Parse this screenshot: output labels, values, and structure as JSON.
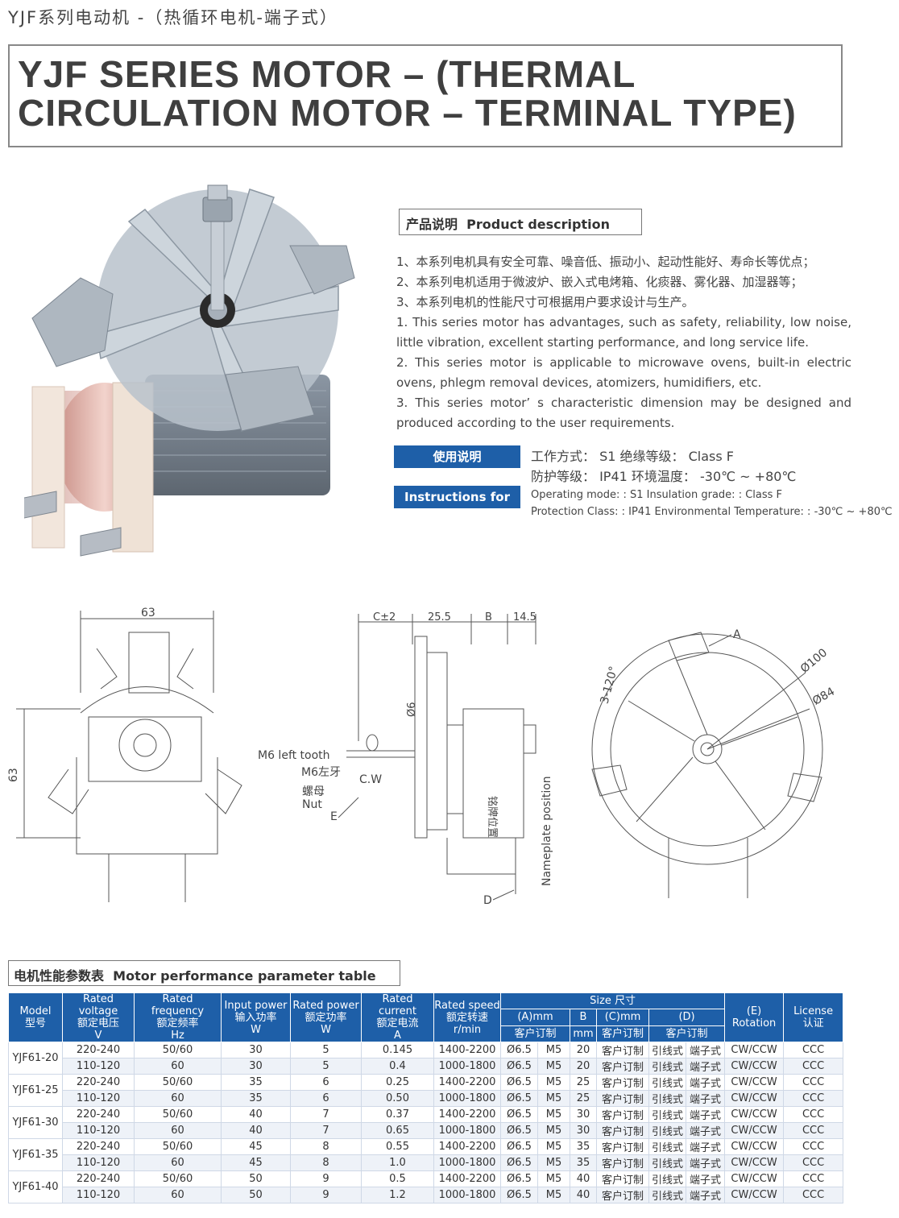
{
  "header": {
    "top_cn": "YJF系列电动机 -（热循环电机-端子式）",
    "title_line1": "YJF SERIES MOTOR – (THERMAL",
    "title_line2": "CIRCULATION MOTOR – TERMINAL TYPE)"
  },
  "product_description": {
    "heading_cn": "产品说明",
    "heading_en": "Product description",
    "cn_lines": [
      "1、本系列电机具有安全可靠、噪音低、振动小、起动性能好、寿命长等优点；",
      "2、本系列电机适用于微波炉、嵌入式电烤箱、化痰器、雾化器、加湿器等；",
      "3、本系列电机的性能尺寸可根据用户要求设计与生产。"
    ],
    "en_lines": [
      "1. This series motor has advantages, such as safety, reliability, low noise, little vibration, excellent starting performance, and long service life.",
      "2. This series motor is applicable to microwave ovens, built-in electric ovens, phlegm removal devices, atomizers, humidifiers, etc.",
      "3. This series motor’ s characteristic dimension may be designed and produced according to the user requirements."
    ]
  },
  "instructions": {
    "label_cn": "使用说明",
    "label_en": "Instructions for Use",
    "cn_row1": "工作方式： S1    绝缘等级： Class F",
    "cn_row2": "防护等级： IP41  环境温度： -30℃ ~ +80℃",
    "en_row1": "Operating mode: :  S1    Insulation grade: :  Class F",
    "en_row2": "Protection Class: :  IP41  Environmental Temperature: :  -30℃ ~ +80℃"
  },
  "drawing": {
    "dim_63_top": "63",
    "dim_63_left": "63",
    "dim_c": "C±2",
    "dim_255": "25.5",
    "dim_b": "B",
    "dim_145": "14.5",
    "dim_phi6": "Ø6",
    "m6_left_tooth": "M6 left tooth",
    "m6_cn": "M6左牙",
    "cw": "C.W",
    "nut_cn": "螺母",
    "nut_en": "Nut",
    "label_e": "E",
    "label_d": "D",
    "nameplate_cn": "铭牌位置",
    "nameplate_en": "Nameplate position",
    "label_a": "A",
    "dim_phi100": "Ø100",
    "dim_phi84": "Ø84",
    "dim_3_120": "3-120°"
  },
  "table": {
    "heading_cn": "电机性能参数表",
    "heading_en": "Motor performance parameter table",
    "headers": {
      "model": [
        "Model",
        "型号"
      ],
      "rated_voltage": [
        "Rated voltage",
        "额定电压",
        "V"
      ],
      "rated_frequency": [
        "Rated frequency",
        "额定频率",
        "Hz"
      ],
      "input_power": [
        "Input power",
        "输入功率",
        "W"
      ],
      "rated_power": [
        "Rated power",
        "额定功率",
        "W"
      ],
      "rated_current": [
        "Rated current",
        "额定电流",
        "A"
      ],
      "rated_speed": [
        "Rated speed",
        "额定转速",
        "r/min"
      ],
      "size": "Size 尺寸",
      "a_mm": "(A)mm",
      "a_sub": "客户订制",
      "b": "B",
      "b_sub": "mm",
      "c_mm": "(C)mm",
      "c_sub": "客户订制",
      "d": "(D)",
      "d_sub": "客户订制",
      "rotation": [
        "(E)",
        "Rotation"
      ],
      "license": [
        "License",
        "认证"
      ]
    },
    "rows": [
      {
        "model": "YJF61-20",
        "v": "220-240",
        "hz": "50/60",
        "in": "30",
        "rp": "5",
        "a": "0.145",
        "spd": "1400-2200",
        "a1": "Ø6.5",
        "a2": "M5",
        "b": "20",
        "c": "客户订制",
        "d1": "引线式",
        "d2": "端子式",
        "rot": "CW/CCW",
        "lic": "CCC"
      },
      {
        "model": "",
        "v": "110-120",
        "hz": "60",
        "in": "30",
        "rp": "5",
        "a": "0.4",
        "spd": "1000-1800",
        "a1": "Ø6.5",
        "a2": "M5",
        "b": "20",
        "c": "客户订制",
        "d1": "引线式",
        "d2": "端子式",
        "rot": "CW/CCW",
        "lic": "CCC"
      },
      {
        "model": "YJF61-25",
        "v": "220-240",
        "hz": "50/60",
        "in": "35",
        "rp": "6",
        "a": "0.25",
        "spd": "1400-2200",
        "a1": "Ø6.5",
        "a2": "M5",
        "b": "25",
        "c": "客户订制",
        "d1": "引线式",
        "d2": "端子式",
        "rot": "CW/CCW",
        "lic": "CCC"
      },
      {
        "model": "",
        "v": "110-120",
        "hz": "60",
        "in": "35",
        "rp": "6",
        "a": "0.50",
        "spd": "1000-1800",
        "a1": "Ø6.5",
        "a2": "M5",
        "b": "25",
        "c": "客户订制",
        "d1": "引线式",
        "d2": "端子式",
        "rot": "CW/CCW",
        "lic": "CCC"
      },
      {
        "model": "YJF61-30",
        "v": "220-240",
        "hz": "50/60",
        "in": "40",
        "rp": "7",
        "a": "0.37",
        "spd": "1400-2200",
        "a1": "Ø6.5",
        "a2": "M5",
        "b": "30",
        "c": "客户订制",
        "d1": "引线式",
        "d2": "端子式",
        "rot": "CW/CCW",
        "lic": "CCC"
      },
      {
        "model": "",
        "v": "110-120",
        "hz": "60",
        "in": "40",
        "rp": "7",
        "a": "0.65",
        "spd": "1000-1800",
        "a1": "Ø6.5",
        "a2": "M5",
        "b": "30",
        "c": "客户订制",
        "d1": "引线式",
        "d2": "端子式",
        "rot": "CW/CCW",
        "lic": "CCC"
      },
      {
        "model": "YJF61-35",
        "v": "220-240",
        "hz": "50/60",
        "in": "45",
        "rp": "8",
        "a": "0.55",
        "spd": "1400-2200",
        "a1": "Ø6.5",
        "a2": "M5",
        "b": "35",
        "c": "客户订制",
        "d1": "引线式",
        "d2": "端子式",
        "rot": "CW/CCW",
        "lic": "CCC"
      },
      {
        "model": "",
        "v": "110-120",
        "hz": "60",
        "in": "45",
        "rp": "8",
        "a": "1.0",
        "spd": "1000-1800",
        "a1": "Ø6.5",
        "a2": "M5",
        "b": "35",
        "c": "客户订制",
        "d1": "引线式",
        "d2": "端子式",
        "rot": "CW/CCW",
        "lic": "CCC"
      },
      {
        "model": "YJF61-40",
        "v": "220-240",
        "hz": "50/60",
        "in": "50",
        "rp": "9",
        "a": "0.5",
        "spd": "1400-2200",
        "a1": "Ø6.5",
        "a2": "M5",
        "b": "40",
        "c": "客户订制",
        "d1": "引线式",
        "d2": "端子式",
        "rot": "CW/CCW",
        "lic": "CCC"
      },
      {
        "model": "",
        "v": "110-120",
        "hz": "60",
        "in": "50",
        "rp": "9",
        "a": "1.2",
        "spd": "1000-1800",
        "a1": "Ø6.5",
        "a2": "M5",
        "b": "40",
        "c": "客户订制",
        "d1": "引线式",
        "d2": "端子式",
        "rot": "CW/CCW",
        "lic": "CCC"
      }
    ]
  }
}
